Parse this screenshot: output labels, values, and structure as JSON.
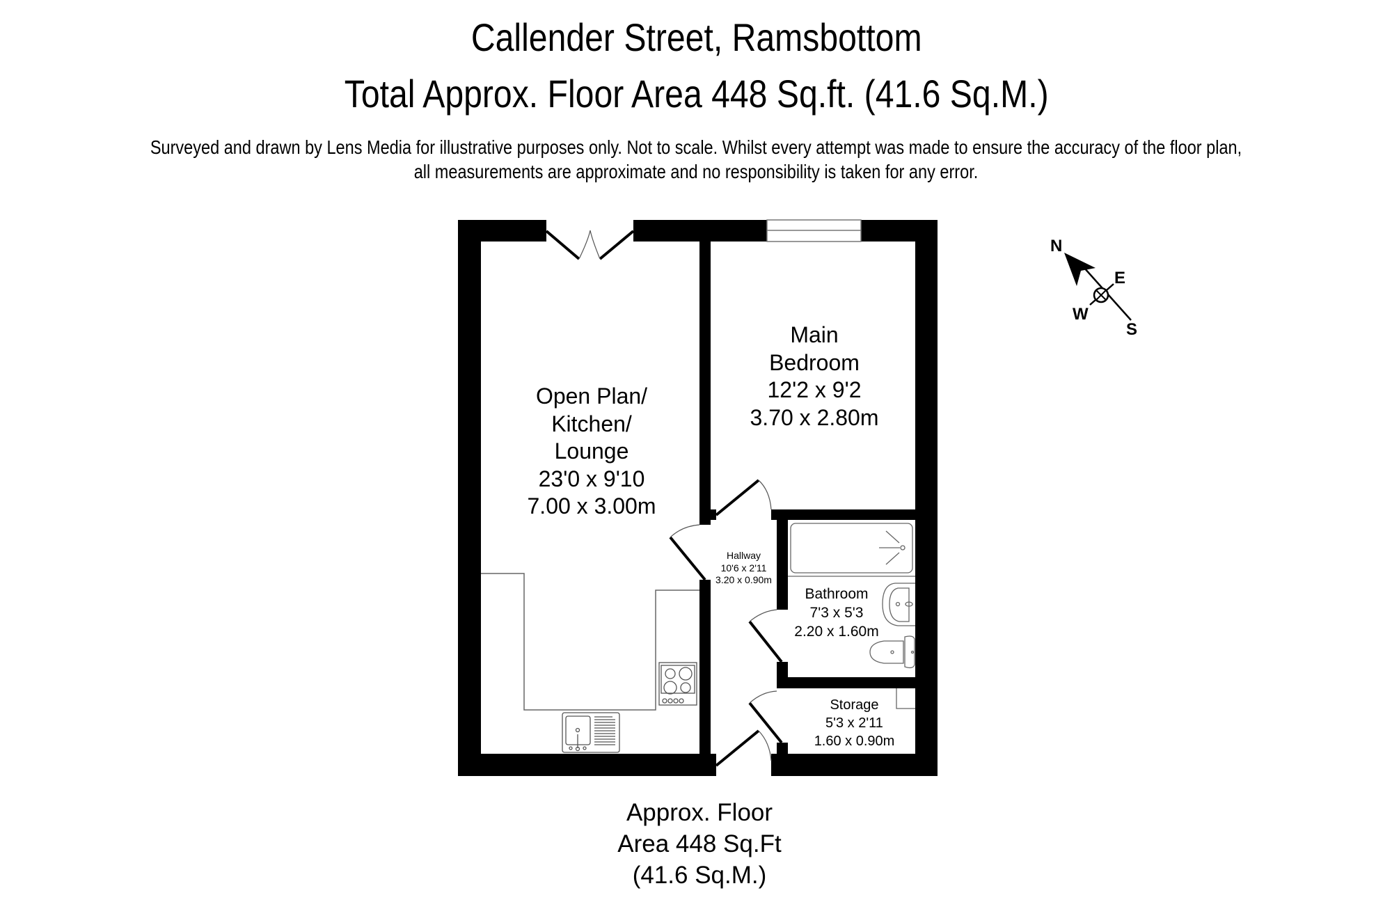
{
  "header": {
    "title": "Callender Street, Ramsbottom",
    "total_area": "Total Approx. Floor Area 448 Sq.ft. (41.6 Sq.M.)",
    "disclaimer_line1": "Surveyed and drawn by Lens Media for illustrative purposes only. Not to scale. Whilst every attempt was made to ensure the accuracy of the floor plan,",
    "disclaimer_line2": "all measurements are approximate and no responsibility is taken for any error."
  },
  "rooms": {
    "lounge": {
      "name_line1": "Open Plan/",
      "name_line2": "Kitchen/",
      "name_line3": "Lounge",
      "imperial": "23'0 x 9'10",
      "metric": "7.00 x 3.00m"
    },
    "bedroom": {
      "name_line1": "Main",
      "name_line2": "Bedroom",
      "imperial": "12'2 x 9'2",
      "metric": "3.70 x 2.80m"
    },
    "hallway": {
      "name": "Hallway",
      "imperial": "10'6 x 2'11",
      "metric": "3.20 x 0.90m"
    },
    "bathroom": {
      "name": "Bathroom",
      "imperial": "7'3 x 5'3",
      "metric": "2.20 x 1.60m"
    },
    "storage": {
      "name": "Storage",
      "imperial": "5'3 x 2'11",
      "metric": "1.60 x 0.90m"
    }
  },
  "compass": {
    "north": "N",
    "east": "E",
    "south": "S",
    "west": "W"
  },
  "footer": {
    "line1": "Approx. Floor",
    "line2": "Area 448 Sq.Ft",
    "line3": "(41.6 Sq.M.)"
  },
  "colors": {
    "wall": "#000000",
    "fixture_line": "#555555",
    "background": "#ffffff"
  }
}
